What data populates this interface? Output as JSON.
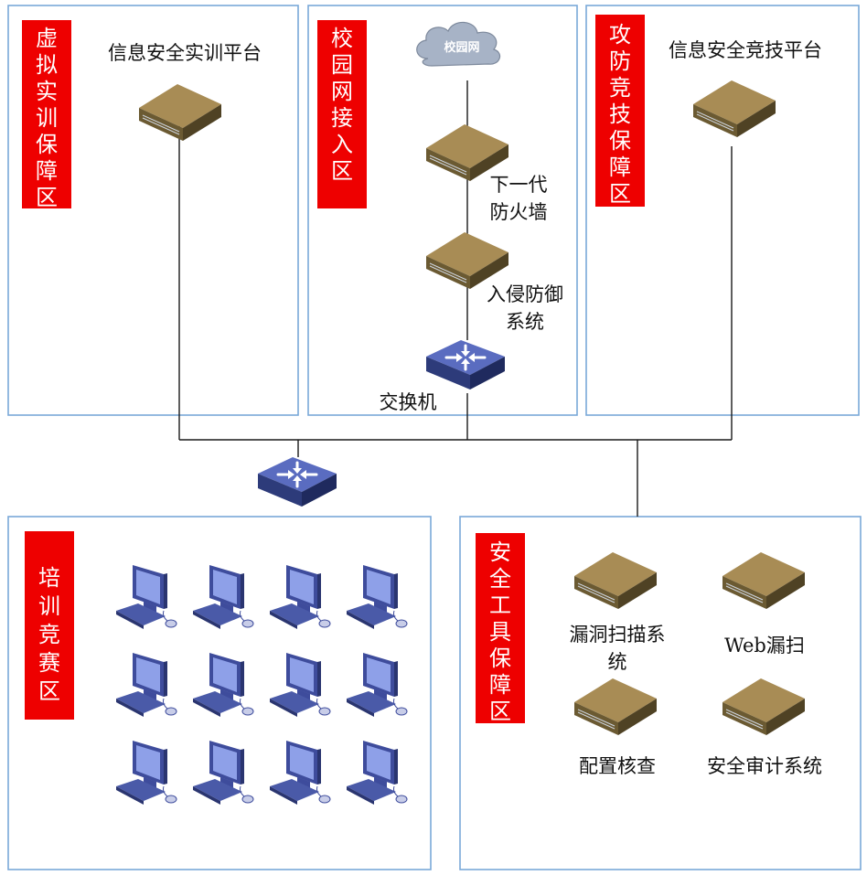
{
  "zones": {
    "virtual": {
      "title_chars": [
        "虚",
        "拟",
        "实",
        "训",
        "保",
        "障",
        "区"
      ],
      "platform": "信息安全实训平台"
    },
    "campus": {
      "title_chars": [
        "校",
        "园",
        "网",
        "接",
        "入",
        "区"
      ],
      "cloud": "校园网",
      "firewall": [
        "下一代",
        "防火墙"
      ],
      "ips": [
        "入侵防御",
        "系统"
      ],
      "switch": "交换机"
    },
    "attack": {
      "title_chars": [
        "攻",
        "防",
        "竞",
        "技",
        "保",
        "障",
        "区"
      ],
      "platform": "信息安全竞技平台"
    },
    "training": {
      "title_chars": [
        "培",
        "训",
        "竞",
        "赛",
        "区"
      ],
      "computer_rows": 3,
      "computer_cols": 4
    },
    "tools": {
      "title_chars": [
        "安",
        "全",
        "工",
        "具",
        "保",
        "障",
        "区"
      ],
      "vuln_scan": [
        "漏洞扫描系",
        "统"
      ],
      "web_scan": "Web漏扫",
      "config_check": "配置核查",
      "audit": "安全审计系统"
    }
  },
  "colors": {
    "label_bg": "#ee0000",
    "zone_border": "#7aa8d8",
    "server_body": "#8a7440",
    "switch_body": "#3a4a8a",
    "computer_body": "#4a5aa8"
  },
  "icons": {
    "server": "server-icon",
    "switch": "switch-icon",
    "cloud": "cloud-icon",
    "computer": "computer-icon"
  }
}
